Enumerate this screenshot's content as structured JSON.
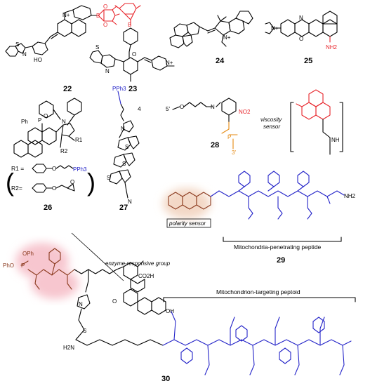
{
  "colors": {
    "black": "#000000",
    "red": "#e8252b",
    "blue": "#2323c8",
    "brown": "#8b3a1e",
    "orange": "#e58a12",
    "pink_glow": "#f7c6cf",
    "tan_glow": "#f3d8c6"
  },
  "compounds": [
    {
      "id": "c22",
      "label": "22"
    },
    {
      "id": "c23",
      "label": "23"
    },
    {
      "id": "c24",
      "label": "24"
    },
    {
      "id": "c25",
      "label": "25"
    },
    {
      "id": "c26",
      "label": "26"
    },
    {
      "id": "c27",
      "label": "27"
    },
    {
      "id": "c28",
      "label": "28"
    },
    {
      "id": "c29",
      "label": "29"
    },
    {
      "id": "c30",
      "label": "30"
    }
  ],
  "annotations": {
    "r_defs_open": "(",
    "r_defs_close": ")",
    "r1_label": "R1 =",
    "r2_label": "R2=",
    "viscosity_sensor": "viscosity",
    "viscosity_sensor_2": "sensor",
    "polarity_sensor": "polarity sensor",
    "mito_peptide": "Mitochondria-penetrating peptide",
    "enzyme_group": "enzyme-responsive group",
    "mito_peptoid": "Mitochondrion-targeting peptoid",
    "linker_count": "4"
  },
  "atoms": {
    "S": "S",
    "N": "N",
    "O": "O",
    "B": "B",
    "P": "P",
    "HO": "HO",
    "OH": "OH",
    "NH2": "NH2",
    "NH": "NH",
    "H2N": "H2N",
    "Nplus": "N+",
    "Ph": "Ph",
    "PPh3": "PPh3",
    "CN": "N",
    "NO2": "NO2",
    "R1": "R1",
    "R2": "R2",
    "CO2H": "CO2H",
    "prime5": "5'",
    "prime3": "3'",
    "PhO": "PhO",
    "OPh": "OPh"
  }
}
